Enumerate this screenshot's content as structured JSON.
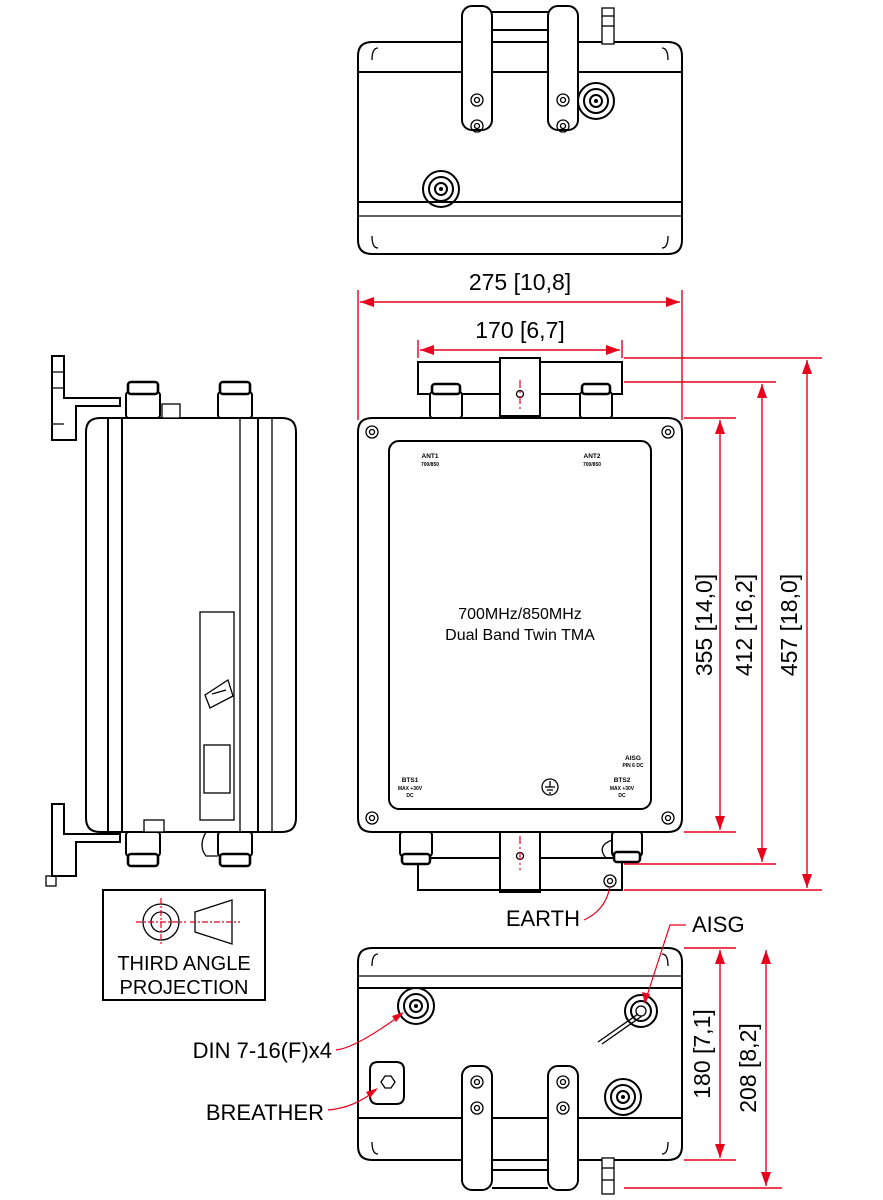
{
  "dimensions": {
    "width_overall": "275 [10,8]",
    "width_mount": "170 [6,7]",
    "height_body": "355 [14,0]",
    "height_bracket": "412 [16,2]",
    "height_overall": "457 [18,0]",
    "depth_body": "180 [7,1]",
    "depth_overall": "208 [8,2]"
  },
  "callouts": {
    "earth": "EARTH",
    "aisg": "AISG",
    "din": "DIN 7-16(F)x4",
    "breather": "BREATHER"
  },
  "front_panel": {
    "product_line1": "700MHz/850MHz",
    "product_line2": "Dual Band Twin TMA",
    "ant1_name": "ANT1",
    "ant1_band": "700/850",
    "ant2_name": "ANT2",
    "ant2_band": "700/850",
    "bts1_name": "BTS1",
    "bts1_rating": "MAX +30V",
    "bts1_type": "DC",
    "bts2_name": "BTS2",
    "bts2_rating": "MAX +30V",
    "bts2_type": "DC",
    "aisg_name": "AISG",
    "aisg_pin": "PIN 6 DC"
  },
  "projection": {
    "line1": "THIRD ANGLE",
    "line2": "PROJECTION"
  },
  "colors": {
    "outline": "#000000",
    "dimension": "#e8001c",
    "background": "#ffffff"
  }
}
